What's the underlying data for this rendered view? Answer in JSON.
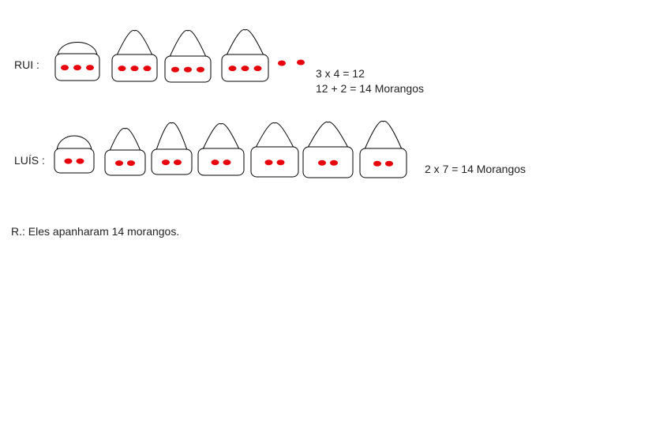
{
  "rows": [
    {
      "name": "RUI :",
      "baskets": [
        3,
        3,
        3,
        3
      ],
      "loose": 2,
      "equations": [
        "3 x 4 = 12",
        "12 + 2 = 14 Morangos"
      ]
    },
    {
      "name": "LUÍS :",
      "baskets": [
        2,
        2,
        2,
        2,
        2,
        2,
        2
      ],
      "loose": 0,
      "equations": [
        "2 x 7 = 14 Morangos"
      ]
    }
  ],
  "answer": "R.: Eles apanharam 14 morangos.",
  "colors": {
    "strawberry": "#e8000b",
    "outline": "#000000",
    "text": "#222222"
  }
}
